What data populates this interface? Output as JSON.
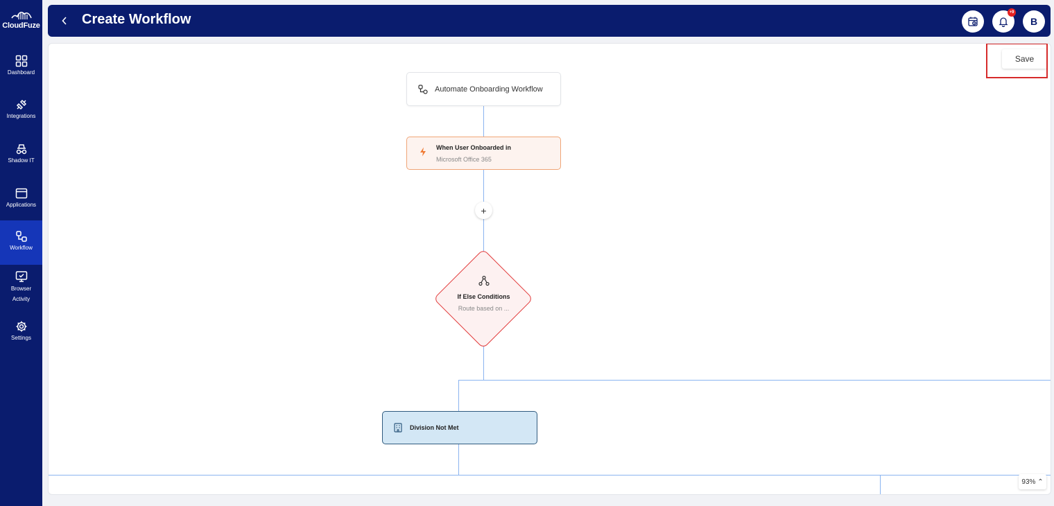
{
  "brand": {
    "name": "CloudFuze"
  },
  "sidebar": {
    "items": [
      {
        "label": "Dashboard",
        "icon": "grid-icon"
      },
      {
        "label": "Integrations",
        "icon": "plug-icon"
      },
      {
        "label": "Shadow IT",
        "icon": "spy-icon"
      },
      {
        "label": "Applications",
        "icon": "window-icon"
      },
      {
        "label": "Workflow",
        "icon": "workflow-icon",
        "active": true
      },
      {
        "label": "Browser Activity",
        "icon": "monitor-icon"
      },
      {
        "label": "Settings",
        "icon": "gear-icon"
      }
    ]
  },
  "header": {
    "title": "Create Workflow",
    "notification_badge": "+9",
    "avatar_letter": "B"
  },
  "canvas": {
    "save_label": "Save",
    "workflow_name": "Automate Onboarding Workflow",
    "trigger": {
      "title": "When User Onboarded in",
      "subtitle": "Microsoft Office 365"
    },
    "add_step_label": "+",
    "condition": {
      "title": "If Else Conditions",
      "subtitle": "Route based on ..."
    },
    "branch": {
      "title": "Division Not Met"
    },
    "zoom_label": "93% ⌃"
  },
  "colors": {
    "sidebar_bg": "#0a1c6e",
    "active_item": "#1536b8",
    "connector": "#8ab4f0",
    "trigger_border": "#f0a577",
    "condition_border": "#e23b3b",
    "branch_bg": "#d3e7f5",
    "highlight": "#d62b2b"
  }
}
